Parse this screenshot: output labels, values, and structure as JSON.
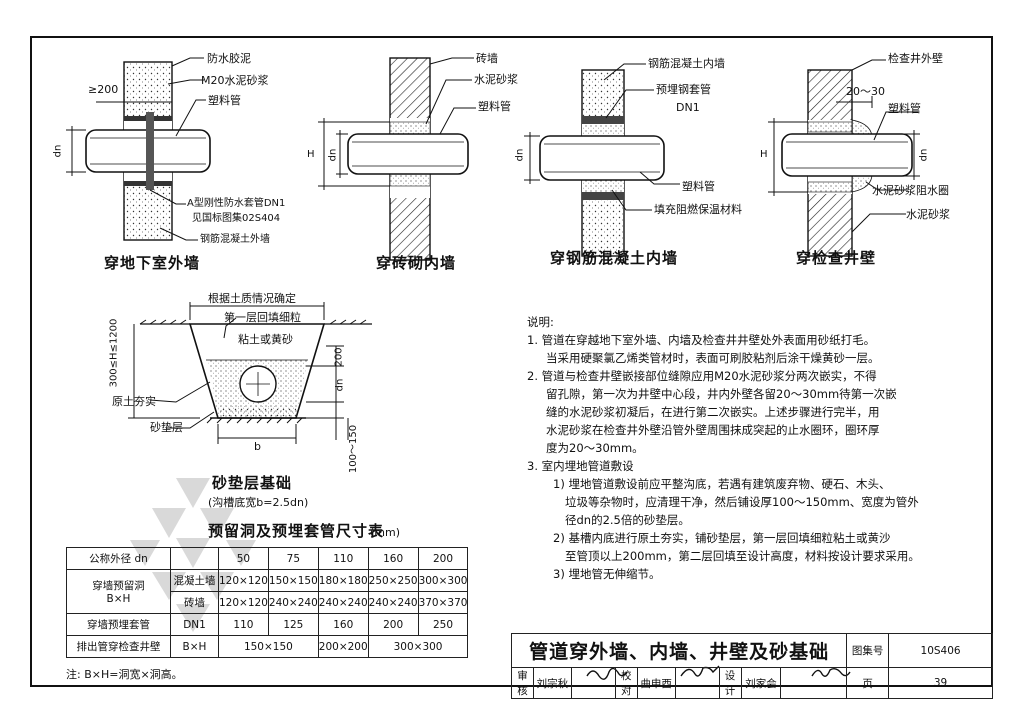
{
  "diagrams": {
    "basement": {
      "caption": "穿地下室外墙",
      "dim_min": "≥200",
      "dn": "dn",
      "labels": [
        "防水胶泥",
        "M20水泥砂浆",
        "塑料管",
        "A型刚性防水套管DN1",
        "见国标图集02S404",
        "钢筋混凝土外墙"
      ]
    },
    "brick": {
      "caption": "穿砖砌内墙",
      "H": "H",
      "dn": "dn",
      "labels": [
        "砖墙",
        "水泥砂浆",
        "塑料管"
      ]
    },
    "concrete": {
      "caption": "穿钢筋混凝土内墙",
      "dn": "dn",
      "labels": [
        "钢筋混凝土内墙",
        "预埋钢套管",
        "DN1",
        "塑料管",
        "填充阻燃保温材料"
      ]
    },
    "well": {
      "caption": "穿检查井壁",
      "H": "H",
      "dn": "dn",
      "dim": "20～30",
      "labels": [
        "检查井外壁",
        "塑料管",
        "水泥砂浆阻水圈",
        "水泥砂浆"
      ]
    },
    "trench": {
      "caption": "砂垫层基础",
      "subcaption": "(沟槽底宽b=2.5dn)",
      "top_label": "根据土质情况确定",
      "labels": [
        "第一层回填细粒",
        "粘土或黄砂",
        "原土夯实",
        "砂垫层"
      ],
      "depth_range": "300≤H≤1200",
      "dim_200": "200",
      "dn": "dn",
      "bed": "100～150",
      "b": "b"
    }
  },
  "table": {
    "title": "预留洞及预埋套管尺寸表",
    "unit": "(mm)",
    "header_left": "公称外径",
    "header_dn": "dn",
    "sizes": [
      "50",
      "75",
      "110",
      "160",
      "200"
    ],
    "row_group": "穿墙预留洞",
    "row_group2": "B×H",
    "rows": [
      {
        "name": "混凝土墙",
        "values": [
          "120×120",
          "150×150",
          "180×180",
          "250×250",
          "300×300"
        ]
      },
      {
        "name": "砖墙",
        "values": [
          "120×120",
          "240×240",
          "240×240",
          "240×240",
          "370×370"
        ]
      }
    ],
    "sleeve": {
      "name": "穿墙预埋套管",
      "unit": "DN1",
      "values": [
        "110",
        "125",
        "160",
        "200",
        "250"
      ]
    },
    "outlet": {
      "name": "排出管穿检查井壁",
      "unit": "B×H",
      "values": [
        "150×150",
        "200×200",
        "300×300"
      ]
    },
    "footnote": "注: B×H=洞宽×洞高。"
  },
  "notes": {
    "heading": "说明:",
    "lines": [
      "1. 管道在穿越地下室外墙、内墙及检查井井壁处外表面用砂纸打毛。",
      "当采用硬聚氯乙烯类管材时，表面可刷胶粘剂后涂干燥黄砂一层。",
      "2. 管道与检查井壁嵌接部位缝隙应用M20水泥砂浆分两次嵌实，不得",
      "留孔隙，第一次为井壁中心段，井内外壁各留20～30mm待第一次嵌",
      "缝的水泥砂浆初凝后，在进行第二次嵌实。上述步骤进行完半，用",
      "水泥砂浆在检查井外壁沿管外壁周围抹成突起的止水圈环，圈环厚",
      "度为20～30mm。",
      "3. 室内埋地管道敷设",
      "1) 埋地管道敷设前应平整沟底，若遇有建筑废弃物、硬石、木头、",
      "垃圾等杂物时，应清理干净，然后铺设厚100～150mm、宽度为管外",
      "径dn的2.5倍的砂垫层。",
      "2) 基槽内底进行原土夯实，铺砂垫层，第一层回填细粒粘土或黄沙",
      "至管顶以上200mm，第二层回填至设计高度，材料按设计要求采用。",
      "3) 埋地管无伸缩节。"
    ]
  },
  "title_block": {
    "title": "管道穿外墙、内墙、井壁及砂基础",
    "atlas_label": "图集号",
    "atlas_no": "10S406",
    "page_label": "页",
    "page_no": "39",
    "review_label": "审核",
    "reviewer": "刘宗秋",
    "check_label": "校对",
    "checker": "曲申酉",
    "design_label": "设计",
    "designer": "刘家会"
  }
}
